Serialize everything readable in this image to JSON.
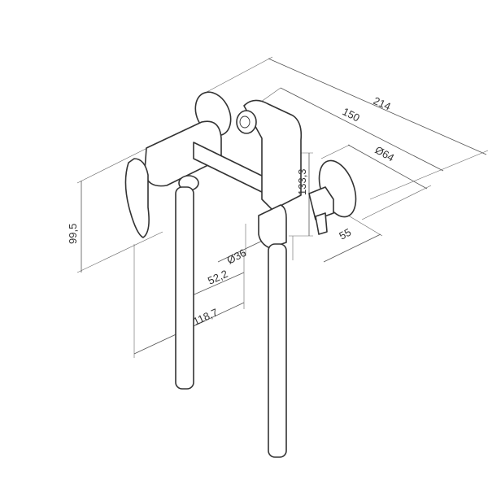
{
  "dimensions": {
    "overall_width": "214",
    "outlet_distance": "150",
    "flange_diameter": "Ø64",
    "shower_height": "133,3",
    "projection": "55",
    "pipe_diameter": "Ø36",
    "spout_offset_1": "52,2",
    "spout_offset_2": "118,7",
    "mixer_height": "99,5"
  },
  "colors": {
    "line": "#333333",
    "background": "#ffffff"
  }
}
